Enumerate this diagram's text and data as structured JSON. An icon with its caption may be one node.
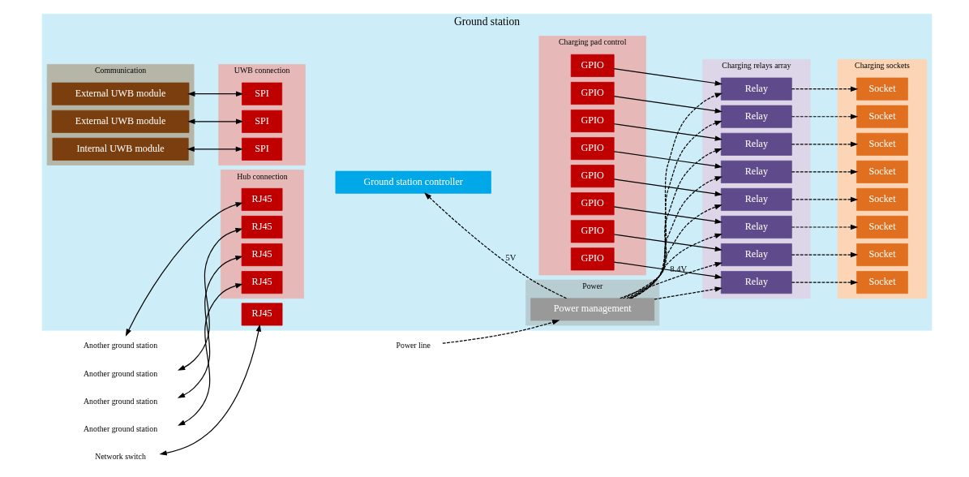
{
  "diagram": {
    "nodes": [
      {
        "text": [
          "Ground station"
        ]
      },
      {
        "text": [
          "Communication"
        ],
        "in": 0
      },
      {
        "text": [
          "Internal UWB module"
        ],
        "in": 1
      },
      {
        "text": [
          "External UWB module"
        ],
        "in": 1
      },
      {
        "text": [
          "External UWB module"
        ],
        "in": 1
      },
      {
        "text": [
          "UWB connection"
        ],
        "in": 0
      },
      {
        "text": [
          "SPI"
        ],
        "in": 5
      },
      {
        "text": [
          "SPI"
        ],
        "in": 5
      },
      {
        "text": [
          "SPI"
        ],
        "in": 5
      },
      {
        "text": [
          "Hub connection"
        ],
        "in": 0
      },
      {
        "text": [
          "RJ45"
        ],
        "in": 9
      },
      {
        "text": [
          "RJ45"
        ],
        "in": 9
      },
      {
        "text": [
          "RJ45"
        ],
        "in": 9
      },
      {
        "text": [
          "RJ45"
        ],
        "in": 9
      },
      {
        "text": [
          "RJ45"
        ],
        "in": 0
      },
      {
        "text": [
          "Ground station controller"
        ],
        "in": 0
      },
      {
        "text": [
          "Charging pad control"
        ],
        "in": 0
      },
      {
        "text": [
          "GPIO"
        ],
        "in": 16
      },
      {
        "text": [
          "GPIO"
        ],
        "in": 16
      },
      {
        "text": [
          "GPIO"
        ],
        "in": 16
      },
      {
        "text": [
          "GPIO"
        ],
        "in": 16
      },
      {
        "text": [
          "GPIO"
        ],
        "in": 16
      },
      {
        "text": [
          "GPIO"
        ],
        "in": 16
      },
      {
        "text": [
          "GPIO"
        ],
        "in": 16
      },
      {
        "text": [
          "GPIO"
        ],
        "in": 16
      },
      {
        "text": [
          "Charging relays array"
        ],
        "in": 0
      },
      {
        "text": [
          "Relay"
        ],
        "in": 25
      },
      {
        "text": [
          "Relay"
        ],
        "in": 25
      },
      {
        "text": [
          "Relay"
        ],
        "in": 25
      },
      {
        "text": [
          "Relay"
        ],
        "in": 25
      },
      {
        "text": [
          "Relay"
        ],
        "in": 25
      },
      {
        "text": [
          "Relay"
        ],
        "in": 25
      },
      {
        "text": [
          "Relay"
        ],
        "in": 25
      },
      {
        "text": [
          "Relay"
        ],
        "in": 25
      },
      {
        "text": [
          "Charging sockets"
        ],
        "in": 0
      },
      {
        "text": [
          "Socket"
        ],
        "in": 34
      },
      {
        "text": [
          "Socket"
        ],
        "in": 34
      },
      {
        "text": [
          "Socket"
        ],
        "in": 34
      },
      {
        "text": [
          "Socket"
        ],
        "in": 34
      },
      {
        "text": [
          "Socket"
        ],
        "in": 34
      },
      {
        "text": [
          "Socket"
        ],
        "in": 34
      },
      {
        "text": [
          "Socket"
        ],
        "in": 34
      },
      {
        "text": [
          "Socket"
        ],
        "in": 34
      },
      {
        "text": [
          "Power"
        ],
        "in": 0
      },
      {
        "text": [
          "Power management"
        ],
        "in": 43
      },
      {
        "text": [
          "Another ground station"
        ]
      },
      {
        "text": [
          "Another ground station"
        ]
      },
      {
        "text": [
          "Another ground station"
        ]
      },
      {
        "text": [
          "Another ground station"
        ]
      },
      {
        "text": [
          "Network switch"
        ]
      },
      {
        "text": [
          "Power line"
        ]
      }
    ],
    "edges": [
      {
        "from": 2,
        "to": 6,
        "arrow": "both"
      },
      {
        "from": 3,
        "to": 7,
        "arrow": "both"
      },
      {
        "from": 4,
        "to": 8,
        "arrow": "both"
      },
      {
        "from": 45,
        "to": 10,
        "arrow": "both"
      },
      {
        "from": 46,
        "to": 11,
        "arrow": "both"
      },
      {
        "from": 47,
        "to": 12,
        "arrow": "both"
      },
      {
        "from": 48,
        "to": 13,
        "arrow": "both"
      },
      {
        "from": 49,
        "to": 14,
        "arrow": "both"
      },
      {
        "from": 17,
        "to": 26,
        "arrow": "to"
      },
      {
        "from": 18,
        "to": 27,
        "arrow": "to"
      },
      {
        "from": 19,
        "to": 28,
        "arrow": "to"
      },
      {
        "from": 20,
        "to": 29,
        "arrow": "to"
      },
      {
        "from": 21,
        "to": 30,
        "arrow": "to"
      },
      {
        "from": 22,
        "to": 31,
        "arrow": "to"
      },
      {
        "from": 23,
        "to": 32,
        "arrow": "to"
      },
      {
        "from": 24,
        "to": 33,
        "arrow": "to"
      },
      {
        "from": 26,
        "to": 35,
        "arrow": "to",
        "style": "dashed"
      },
      {
        "from": 27,
        "to": 36,
        "arrow": "to",
        "style": "dashed"
      },
      {
        "from": 28,
        "to": 37,
        "arrow": "to",
        "style": "dashed"
      },
      {
        "from": 29,
        "to": 38,
        "arrow": "to",
        "style": "dashed"
      },
      {
        "from": 30,
        "to": 39,
        "arrow": "to",
        "style": "dashed"
      },
      {
        "from": 31,
        "to": 40,
        "arrow": "to",
        "style": "dashed"
      },
      {
        "from": 32,
        "to": 41,
        "arrow": "to",
        "style": "dashed"
      },
      {
        "from": 33,
        "to": 42,
        "arrow": "to",
        "style": "dashed"
      },
      {
        "from": 44,
        "to": 26,
        "arrow": "to",
        "style": "dashed",
        "label": "8.4V"
      },
      {
        "from": 44,
        "to": 27,
        "arrow": "to",
        "style": "dashed"
      },
      {
        "from": 44,
        "to": 28,
        "arrow": "to",
        "style": "dashed"
      },
      {
        "from": 44,
        "to": 29,
        "arrow": "to",
        "style": "dashed"
      },
      {
        "from": 44,
        "to": 30,
        "arrow": "to",
        "style": "dashed"
      },
      {
        "from": 44,
        "to": 31,
        "arrow": "to",
        "style": "dashed"
      },
      {
        "from": 44,
        "to": 32,
        "arrow": "to",
        "style": "dashed"
      },
      {
        "from": 44,
        "to": 33,
        "arrow": "to",
        "style": "dashed"
      },
      {
        "from": 44,
        "to": 15,
        "arrow": "to",
        "style": "dashed",
        "label": "5V"
      },
      {
        "from": 50,
        "to": 44,
        "arrow": "to",
        "style": "dashed"
      }
    ]
  }
}
